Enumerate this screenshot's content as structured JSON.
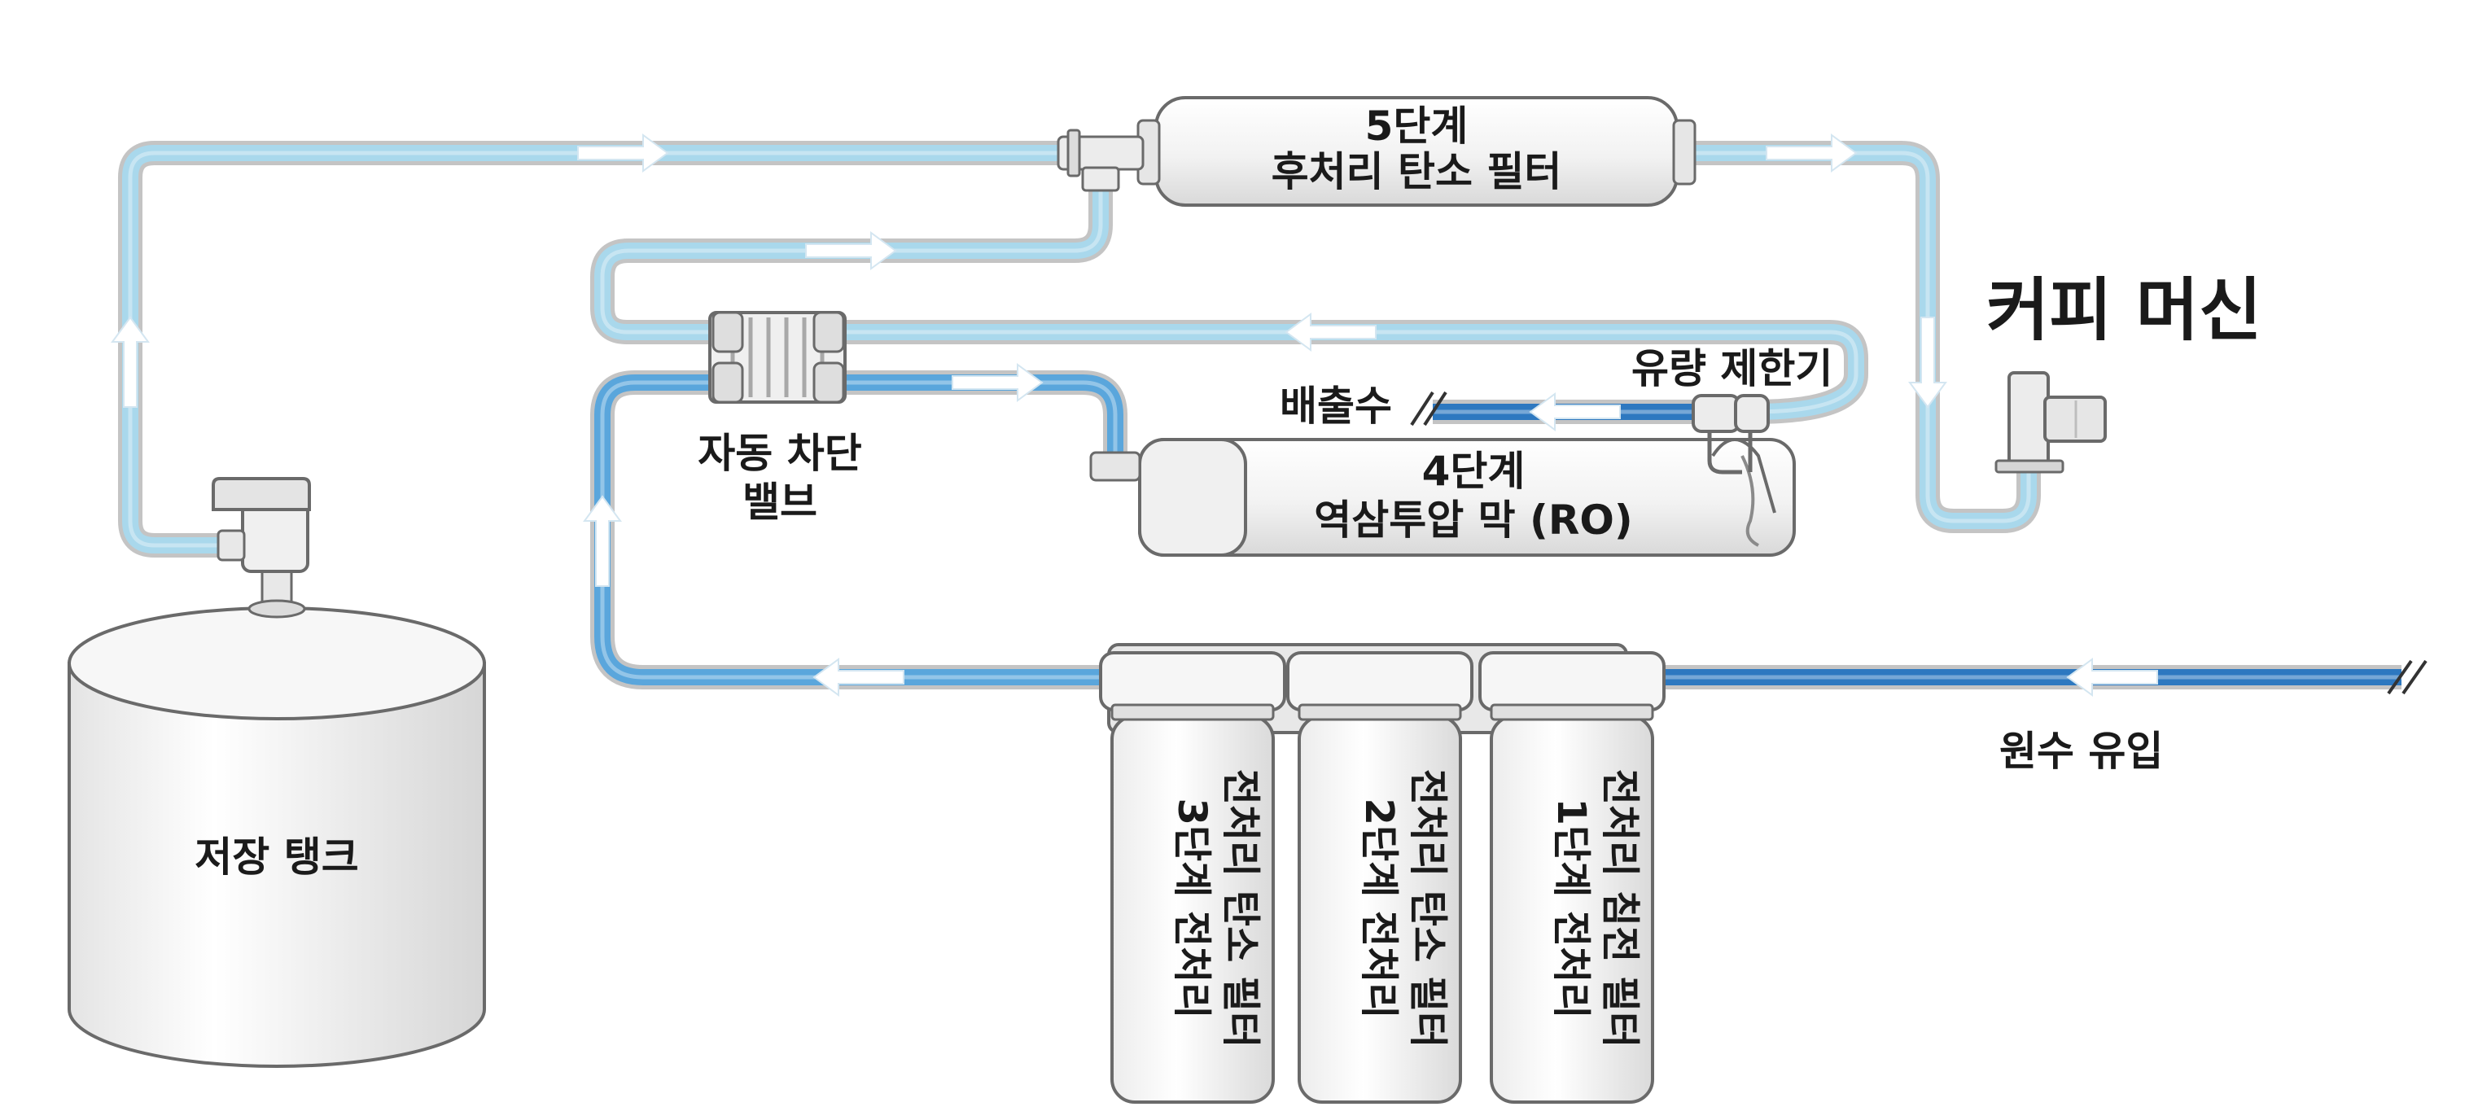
{
  "labels": {
    "stage5_line1": "5단계",
    "stage5_line2": "후처리 탄소 필터",
    "coffee_machine": "커피 머신",
    "drain": "배출수",
    "flow_restrictor": "유량 제한기",
    "auto_shutoff_line1": "자동 차단",
    "auto_shutoff_line2": "밸브",
    "stage4_line1": "4단계",
    "stage4_line2": "역삼투압 막 (RO)",
    "storage_tank": "저장 탱크",
    "raw_water_inlet": "원수 유입",
    "stage3_line1": "3단계 전처리",
    "stage3_line2": "전처리 탄소 필터",
    "stage2_line1": "2단계 전처리",
    "stage2_line2": "전처리 탄소 필터",
    "stage1_line1": "1단계 전처리",
    "stage1_line2": "전처리 침전 필터"
  },
  "colors": {
    "raw_water": "#2d78c0",
    "pre_filtered": "#5aa6dc",
    "purified": "#a9d8ec",
    "tube_outline": "#c4c4c4",
    "housing_fill": "#f4f4f4",
    "housing_stroke": "#6a6a6a",
    "arrow": "#ffffff"
  }
}
